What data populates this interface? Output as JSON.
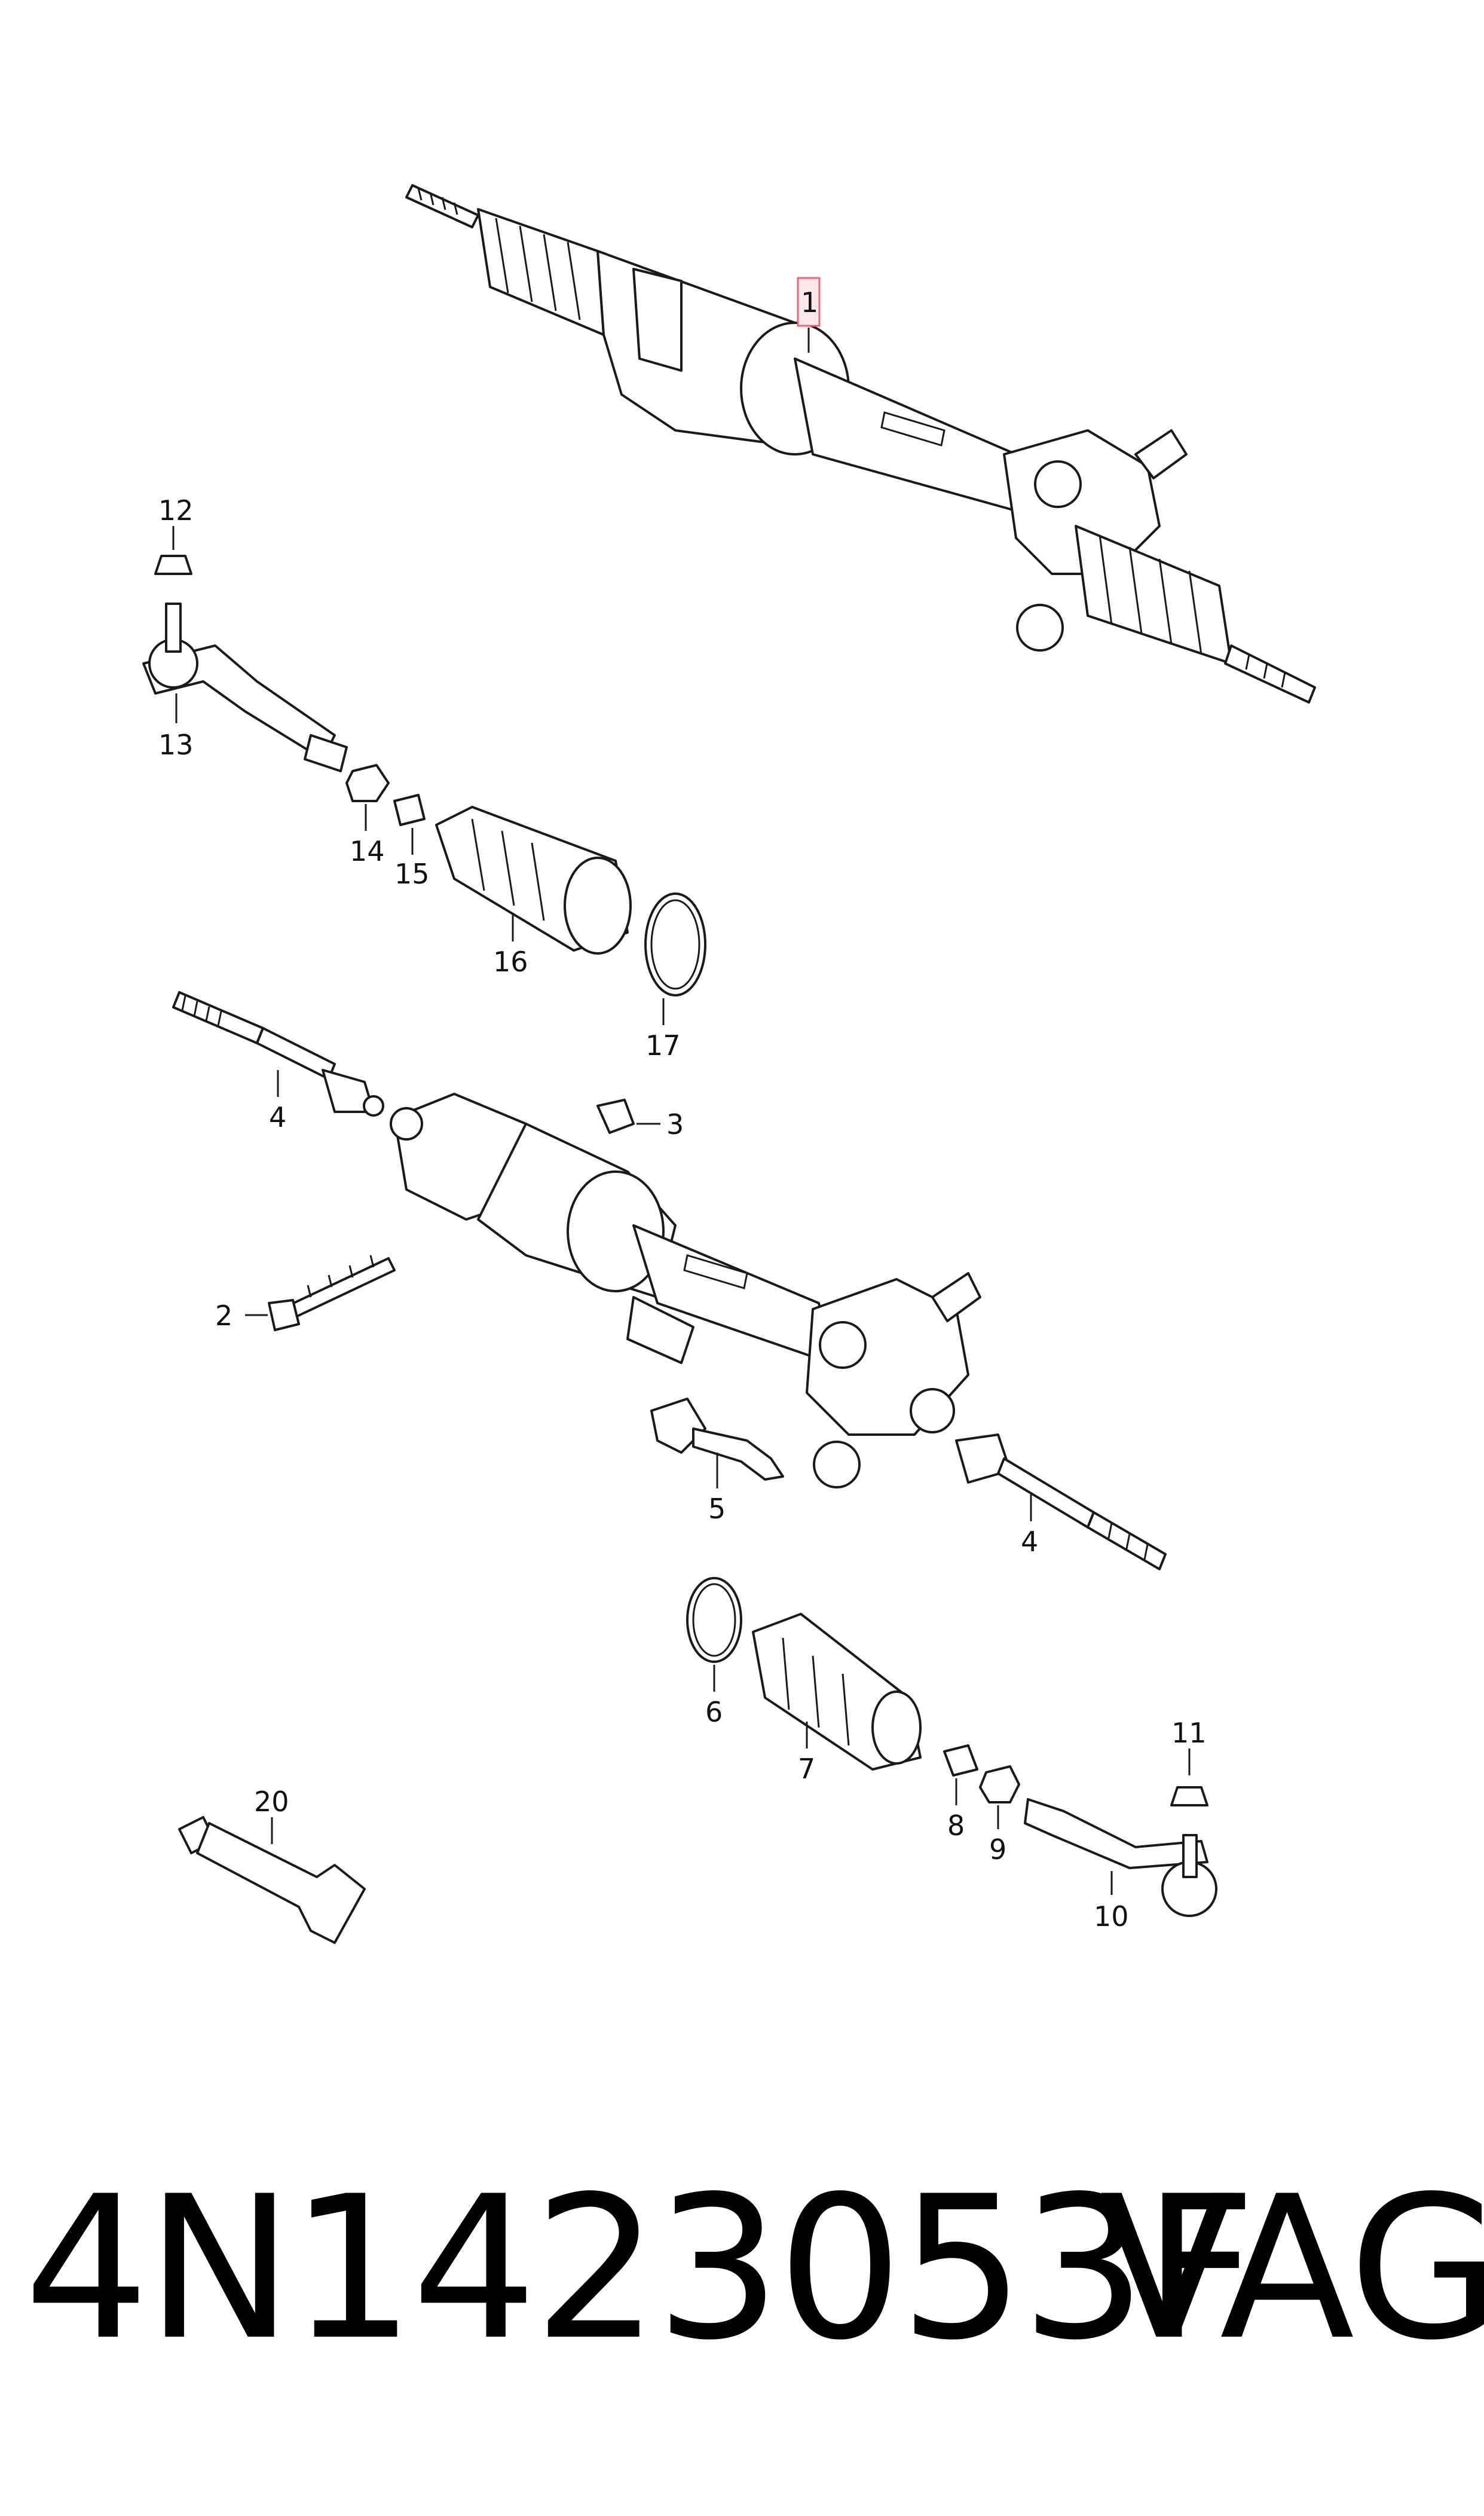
{
  "diagram": {
    "callouts": {
      "c1": "1",
      "c2": "2",
      "c3": "3",
      "c4a": "4",
      "c4b": "4",
      "c5": "5",
      "c6": "6",
      "c7": "7",
      "c8": "8",
      "c9": "9",
      "c10": "10",
      "c11": "11",
      "c12": "12",
      "c13": "13",
      "c14": "14",
      "c15": "15",
      "c16": "16",
      "c17": "17",
      "c20": "20"
    }
  },
  "footer": {
    "part_number": "4N1423053F",
    "brand": "VAG"
  },
  "colors": {
    "line": "#1a1a1a",
    "highlight_fill": "#fde7ea",
    "highlight_stroke": "#e06a7a"
  }
}
